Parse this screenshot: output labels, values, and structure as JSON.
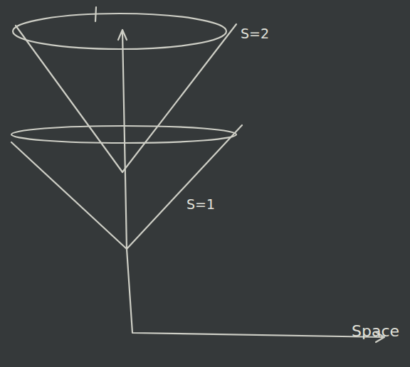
{
  "diagram": {
    "labels": [
      "S=2",
      "S=1",
      "Space"
    ]
  }
}
